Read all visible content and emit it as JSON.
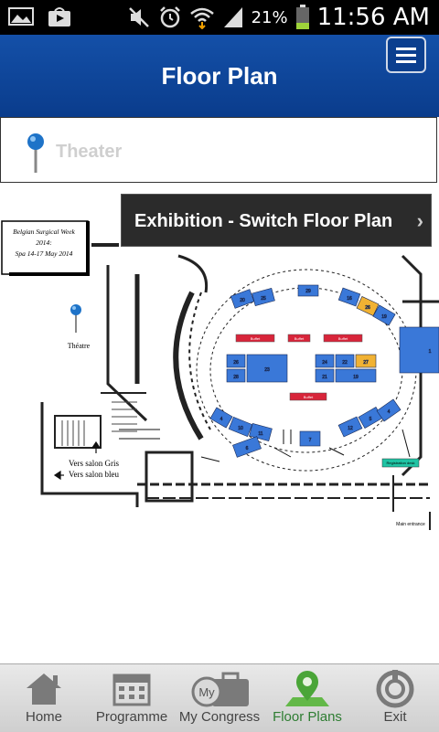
{
  "status": {
    "battery": "21%",
    "time": "11:56 AM"
  },
  "header": {
    "title": "Floor Plan"
  },
  "location": {
    "name": "Theater"
  },
  "floorplan": {
    "switch_label": "Exhibition - Switch Floor Plan",
    "chevron": "›",
    "event_caption": [
      "Belgian Surgical Week",
      "2014:",
      "Spa 14-17 May 2014"
    ],
    "theatre": "Théatre",
    "vers_salon_gris": "Vers salon Gris",
    "vers_salon_bleu": "Vers salon bleu",
    "registration": "Registration desk",
    "main_entrance": "Main entrance",
    "buffet": "Buffet",
    "booths": [
      "1",
      "4",
      "5",
      "6",
      "7",
      "10",
      "11",
      "12",
      "13",
      "15",
      "16",
      "19",
      "20",
      "21",
      "22",
      "23",
      "24",
      "25",
      "26",
      "27",
      "28",
      "29"
    ]
  },
  "tabs": [
    {
      "label": "Home",
      "icon": "home-icon"
    },
    {
      "label": "Programme",
      "icon": "calendar-icon"
    },
    {
      "label": "My Congress",
      "icon": "briefcase-icon",
      "badge": "My"
    },
    {
      "label": "Floor Plans",
      "icon": "map-pin-icon",
      "active": true
    },
    {
      "label": "Exit",
      "icon": "exit-icon"
    }
  ]
}
